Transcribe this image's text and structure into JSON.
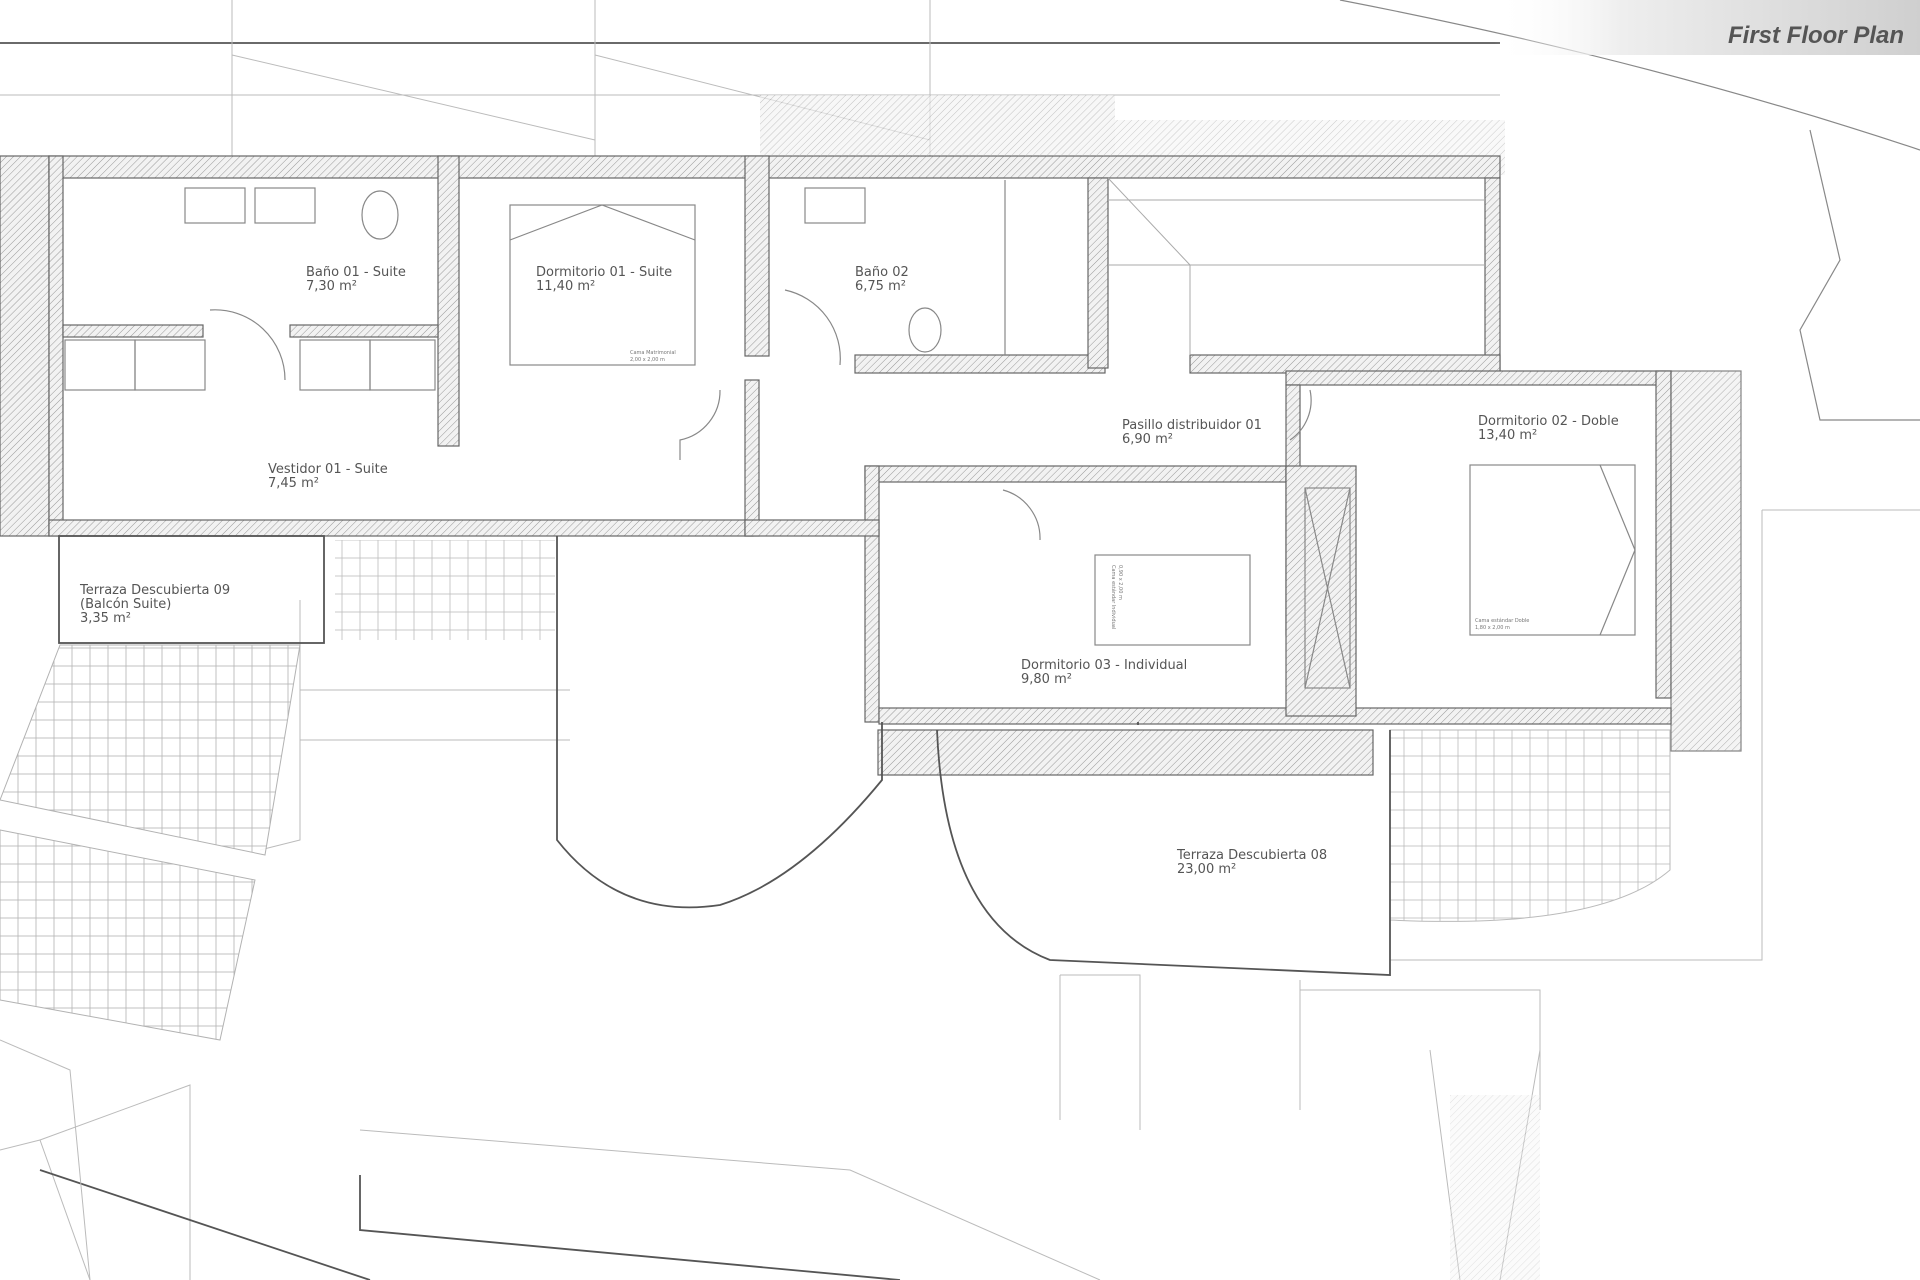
{
  "title": "First Floor Plan",
  "rooms": [
    {
      "name": "Baño 01 - Suite",
      "area": "7,30 m²"
    },
    {
      "name": "Dormitorio 01 - Suite",
      "area": "11,40 m²"
    },
    {
      "name": "Baño 02",
      "area": "6,75 m²"
    },
    {
      "name": "Pasillo distribuidor 01",
      "area": "6,90 m²"
    },
    {
      "name": "Dormitorio 02 - Doble",
      "area": "13,40 m²"
    },
    {
      "name": "Vestidor 01 - Suite",
      "area": "7,45 m²"
    },
    {
      "name": "Terraza Descubierta 09",
      "sub": "(Balcón Suite)",
      "area": "3,35 m²"
    },
    {
      "name": "Dormitorio 03 - Individual",
      "area": "9,80 m²"
    },
    {
      "name": "Terraza Descubierta 08",
      "area": "23,00 m²"
    }
  ],
  "beds": [
    {
      "type": "Cama Matrimonial",
      "size": "2,00 x 2,00 m"
    },
    {
      "type": "Cama estándar Doble",
      "size": "1,80 x 2,00 m"
    },
    {
      "type": "Cama estándar Individual",
      "size": "0,90 x 2,00 m"
    }
  ],
  "colors": {
    "walls": "#666666",
    "hatch": "#999999",
    "banner": "#d8d8d8",
    "title": "#555555"
  }
}
